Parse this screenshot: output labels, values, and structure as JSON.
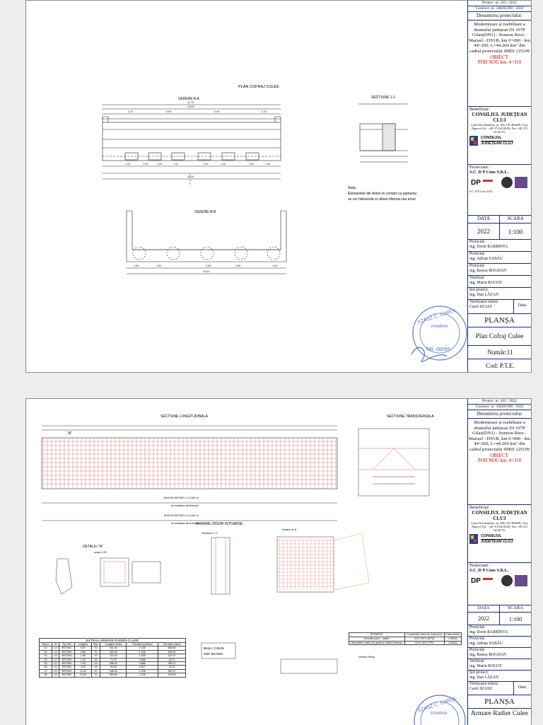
{
  "titleblock": {
    "proiect_nr": "Proiect: nr. 103 / 2022",
    "contract_nr": "Contract: nr. 34829/298 / 2022",
    "denumirea_label": "Denumirea proiectului:",
    "denumirea_text": "Modernizare și reabilitare a drumului județean DJ 107P Gilau(DN1) - Somesu Rece -Marișel - DN1R, km 0+000 - km 44+260, L=44.260 km\" din cadrul proiectului SMIS 125109",
    "obiect_label": "OBIECT:",
    "obiect_value": "POD NOU km. 4+310",
    "beneficiar_label": "Beneficiar:",
    "beneficiar_name": "CONSILIUL JUDEȚEAN CLUJ",
    "beneficiar_address": "Calea Dorobanților, nr. 106, CP. 400609, Cluj-Napoca Tel.: +40 372 64.00.00; Fax +40 372 64.00.70;",
    "logo_consiliul": "CONSILIUL",
    "logo_judetean": "JUDEȚEAN CLUJ",
    "proiectant_label": "Proiectant :",
    "proiectant_name": "S.C. D P Cons S.R.L.",
    "data_label": "DATA",
    "scara_label": "SCARA",
    "data_value": "2022",
    "proiectat_label": "Proiectat:",
    "proiectat1": "ing. Dorin BARBINTA",
    "proiectat2": "ing. Adrian SABĂU",
    "proiectat3": "ing. Raresș BOGDAN",
    "verificat_label": "Verificat:",
    "verificat_name": "ing. Marin ROGOZ",
    "sef_label": "Șef proiect:",
    "sef_name": "ing. Dan LĂZAN",
    "verificator_label": "Verificator tehnic:",
    "verificator_name": "Carol SZASZ",
    "data_short": "Data:",
    "plansa_label": "PLANȘA",
    "numar_label": "Număr:",
    "cod_label": "Cod:"
  },
  "sheet1": {
    "scara_value": "1:100",
    "plansa_title": "Plan Cofraj Culee",
    "numar_value": "11",
    "cod_value": "P.T.E.",
    "drawing_title": "PLAN COFRAJ CULEE",
    "vedere_aa": "VEDERE A-A",
    "vedere_bb": "VEDERE B-B",
    "sectiune": "SECTIUNE 1-1",
    "note_title": "Nota:",
    "note_text1": "Elementele din beton in contact cu pamantu",
    "note_text2": "se vor hidroizola cu bitum filerizat sau emul",
    "dim_total": "10.70",
    "dim_1050": "10.50",
    "dim_1000": "10.00",
    "dims_top": [
      "2.10",
      "3.90",
      "3.90",
      "2.10"
    ],
    "dims_bottom": [
      "1.00",
      "1.40",
      "1.00",
      "1.41",
      "1.00",
      "1.40",
      "1.00",
      "1.40"
    ],
    "dims_bb": [
      "1.00",
      "2.50",
      "2.50",
      "2.50",
      "1.00"
    ],
    "stamp_name": "SZASZ C. CAROL",
    "stamp_country": "ROMÂNIA",
    "stamp_nr": "NR. 08095"
  },
  "sheet2": {
    "scara_value": "1:100",
    "plansa_title": "Armare Radier Culee",
    "sect_long": "SECTIUNE LONGITUDINALA",
    "sect_trans": "SECTIUNE TRANSVERSALA",
    "detaliu": "DETALIU \"A\"",
    "detaliu_scale": "scara 1:25",
    "armare_zid": "ARMARE ZIDURI INTOARSE",
    "sectiune11": "Sectiune 1-1",
    "vedere_aa": "Vedere A-A",
    "vedere_plana": "Vedere Plana",
    "detail_a_label": "\"A\"",
    "bar_13": "Ø14/20 BST500 L=12.60 m",
    "bar_28": "Ø14/20 BST500 L=12.60 m",
    "se_mediaza": "se mediaza dimensiuni",
    "beton": "Beton: C35/45",
    "otel": "Otel: BST500",
    "table_title": "EXTRAS ARMARE RADIER-CULEE",
    "table_headers": [
      "Marca",
      "Ø",
      "Tip Otel",
      "Lungime",
      "Buc",
      "Lungime totala",
      "Greutate specifica",
      "Greutate marca"
    ],
    "table_rows": [
      [
        "01",
        "14",
        "BST500",
        "5.67",
        "70",
        "401.94",
        "1.208",
        "485.55"
      ],
      [
        "02",
        "14",
        "BST500",
        "5.86",
        "70",
        "402.00",
        "1.208",
        "485.61"
      ],
      [
        "03",
        "14",
        "BST500",
        "1.66",
        "70",
        "116.20",
        "1.208",
        "140.37"
      ],
      [
        "04",
        "12",
        "BST500",
        "1.90",
        "38",
        "72.20",
        "0.888",
        "64.11"
      ],
      [
        "05",
        "12",
        "BST500",
        "2.53",
        "114",
        "288.42",
        "0.888",
        "256.12"
      ],
      [
        "06",
        "10",
        "BST500",
        "3.00",
        "18",
        "54.00",
        "0.617",
        "33.32"
      ],
      [
        "07",
        "14",
        "BST500",
        "13.00",
        "42",
        "546.00",
        "1.208",
        "659.57"
      ],
      [
        "08",
        "14",
        "BST500",
        "12.60",
        "21",
        "264.60",
        "1.208",
        "319.64"
      ]
    ],
    "elem_headers": [
      "ELEMENT",
      "Combinatii clase de expunere",
      "Clasa beton"
    ],
    "elem_rows": [
      [
        "Elevatii culee - radier",
        "XC4+XF1+(XF2)",
        "C35/45"
      ],
      [
        "Banchete, ziduri de garda si ziduri intoarse",
        "XC4+XD1+XF4",
        "C35/45"
      ]
    ]
  }
}
